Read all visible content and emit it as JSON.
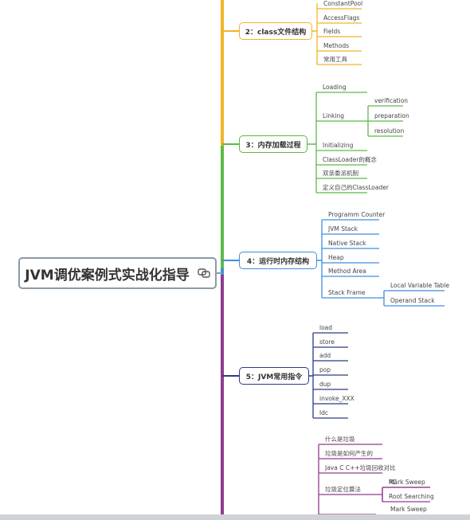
{
  "root": {
    "title": "JVM调优案例式实战化指导",
    "icon": "link-icon"
  },
  "branches": [
    {
      "id": "b2",
      "label": "2：class文件结构",
      "color": "#f0b429",
      "items": [
        {
          "label": "ConstantPool"
        },
        {
          "label": "AccessFlags"
        },
        {
          "label": "Fields"
        },
        {
          "label": "Methods"
        },
        {
          "label": "常用工具"
        }
      ]
    },
    {
      "id": "b3",
      "label": "3：内存加载过程",
      "color": "#5cba47",
      "items": [
        {
          "label": "Loading"
        },
        {
          "label": "Linking",
          "children": [
            "verification",
            "preparation",
            "resolution"
          ]
        },
        {
          "label": "Initializing"
        },
        {
          "label": "ClassLoader的概念"
        },
        {
          "label": "双亲委派机制"
        },
        {
          "label": "定义自己的ClassLoader"
        }
      ]
    },
    {
      "id": "b4",
      "label": "4：运行时内存结构",
      "color": "#3f8ee0",
      "items": [
        {
          "label": "Programm Counter"
        },
        {
          "label": "JVM Stack"
        },
        {
          "label": "Native Stack"
        },
        {
          "label": "Heap"
        },
        {
          "label": "Method Area"
        },
        {
          "label": "Stack Frame",
          "children": [
            "Local Variable Table",
            "Operand Stack"
          ]
        }
      ]
    },
    {
      "id": "b5",
      "label": "5：JVM常用指令",
      "color": "#2c3a86",
      "items": [
        {
          "label": "load"
        },
        {
          "label": "store"
        },
        {
          "label": "add"
        },
        {
          "label": "pop"
        },
        {
          "label": "dup"
        },
        {
          "label": "invoke_XXX"
        },
        {
          "label": "ldc"
        }
      ]
    },
    {
      "id": "b6",
      "label": "",
      "color": "#8e3c8e",
      "items": [
        {
          "label": "什么是垃圾"
        },
        {
          "label": "垃圾是如何产生的"
        },
        {
          "label": "Java C C++垃圾回收对比"
        },
        {
          "label": "垃圾定位算法",
          "children": [
            "RC",
            "Root Searching"
          ]
        },
        {
          "label": "",
          "children": [
            "Mark Sweep"
          ]
        }
      ]
    }
  ]
}
